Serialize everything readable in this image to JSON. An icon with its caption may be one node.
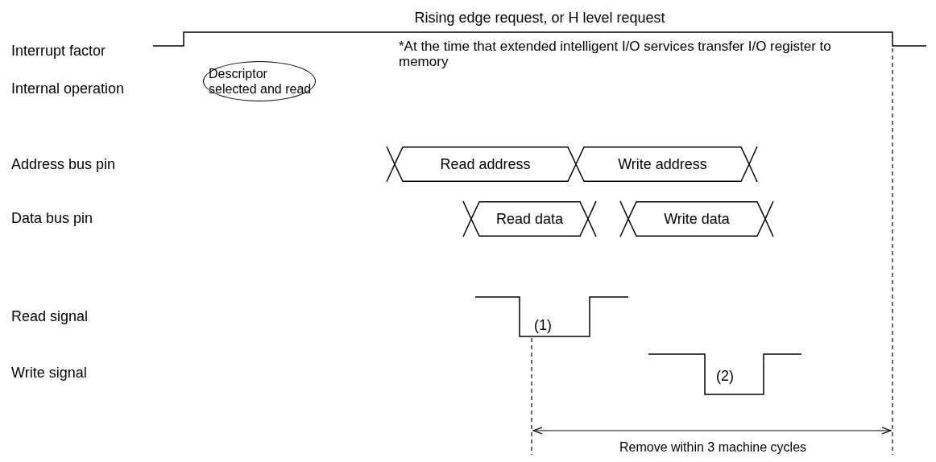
{
  "diagram": {
    "nodes": [
      {
        "text": [
          "Descriptor selected and read"
        ]
      },
      {
        "text": [
          "Read address"
        ]
      },
      {
        "text": [
          "Write address"
        ]
      },
      {
        "text": [
          "Read data"
        ]
      },
      {
        "text": [
          "Write data"
        ]
      }
    ],
    "labels": [
      "Rising edge request, or H level request",
      "Interrupt factor",
      "*At the time that extended intelligent I/O services transfer I/O register to memory",
      "Internal operation",
      "Address bus pin",
      "Data bus pin",
      "Read signal",
      "(1)",
      "Write signal",
      "(2)",
      "Remove within 3 machine cycles"
    ]
  }
}
